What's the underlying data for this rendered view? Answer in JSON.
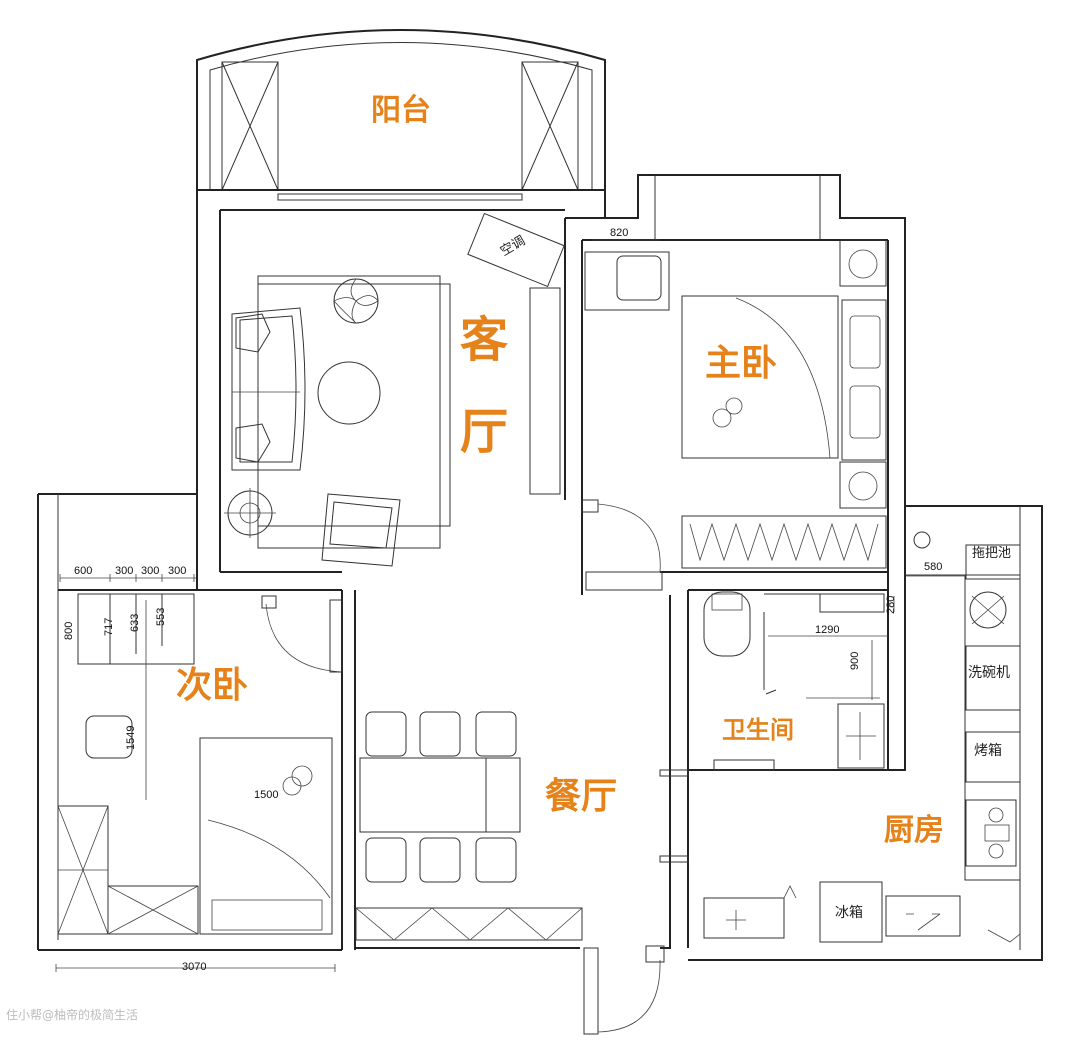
{
  "rooms": {
    "balcony": "阳台",
    "living_top": "客",
    "living_bottom": "厅",
    "master_bedroom": "主卧",
    "second_bedroom": "次卧",
    "dining": "餐厅",
    "bathroom": "卫生间",
    "kitchen": "厨房"
  },
  "fixtures": {
    "air_conditioner": "空调",
    "mop_sink": "拖把池",
    "dishwasher": "洗碗机",
    "oven": "烤箱",
    "fridge": "冰箱"
  },
  "dimensions": {
    "d820": "820",
    "d580": "580",
    "d280": "280",
    "d1290": "1290",
    "d900": "900",
    "d600": "600",
    "d300a": "300",
    "d300b": "300",
    "d300c": "300",
    "d800": "800",
    "d717": "717",
    "d633": "633",
    "d553": "553",
    "d1549": "1549",
    "d1500": "1500",
    "d3070": "3070"
  },
  "watermark": "住小帮@柚帝的极简生活",
  "colors": {
    "label": "#e5821a",
    "wall": "#222222"
  }
}
